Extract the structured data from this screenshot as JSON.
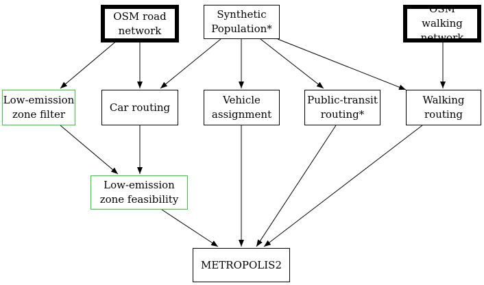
{
  "nodes": {
    "osm_road": {
      "label": "OSM road\nnetwork",
      "style": "thick"
    },
    "synthetic_population": {
      "label": "Synthetic\nPopulation*",
      "style": "normal"
    },
    "osm_walking": {
      "label": "OSM walking\nnetwork",
      "style": "thick"
    },
    "lez_filter": {
      "label": "Low-emission\nzone filter",
      "style": "green",
      "border_color": "#22dd22"
    },
    "car_routing": {
      "label": "Car routing",
      "style": "normal"
    },
    "vehicle_assignment": {
      "label": "Vehicle\nassignment",
      "style": "normal"
    },
    "public_transit": {
      "label": "Public-transit\nrouting*",
      "style": "normal"
    },
    "walking_routing": {
      "label": "Walking\nrouting",
      "style": "normal"
    },
    "lez_feasibility": {
      "label": "Low-emission\nzone feasibility",
      "style": "green",
      "border_color": "#22dd22"
    },
    "metropolis2": {
      "label": "METROPOLIS2",
      "style": "normal"
    }
  },
  "edges": [
    {
      "from": "osm_road",
      "to": "lez_filter"
    },
    {
      "from": "osm_road",
      "to": "car_routing"
    },
    {
      "from": "synthetic_population",
      "to": "car_routing"
    },
    {
      "from": "synthetic_population",
      "to": "vehicle_assignment"
    },
    {
      "from": "synthetic_population",
      "to": "public_transit"
    },
    {
      "from": "synthetic_population",
      "to": "walking_routing"
    },
    {
      "from": "osm_walking",
      "to": "walking_routing"
    },
    {
      "from": "lez_filter",
      "to": "lez_feasibility"
    },
    {
      "from": "car_routing",
      "to": "lez_feasibility"
    },
    {
      "from": "lez_feasibility",
      "to": "metropolis2"
    },
    {
      "from": "vehicle_assignment",
      "to": "metropolis2"
    },
    {
      "from": "public_transit",
      "to": "metropolis2"
    },
    {
      "from": "walking_routing",
      "to": "metropolis2"
    }
  ]
}
